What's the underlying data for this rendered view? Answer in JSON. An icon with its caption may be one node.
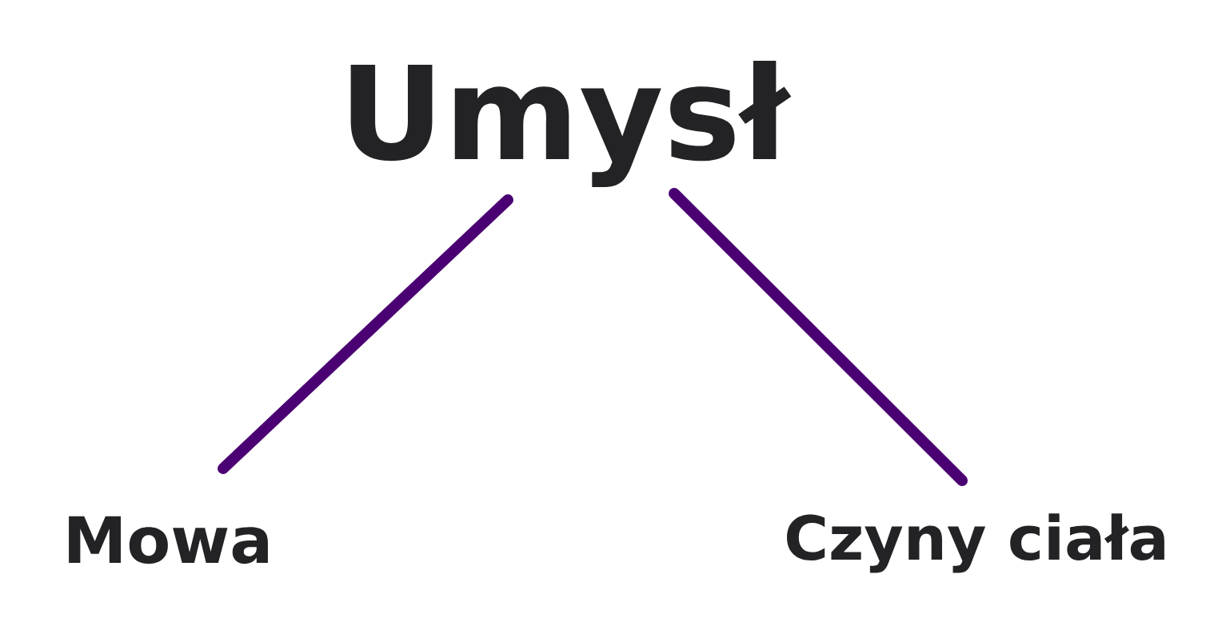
{
  "diagram": {
    "nodes": [
      {
        "text": [
          "Umysł"
        ]
      },
      {
        "text": [
          "Mowa"
        ]
      },
      {
        "text": [
          "Czyny ciała"
        ]
      }
    ],
    "edges": [
      {
        "from": 0,
        "to": 1,
        "arrow": "none"
      },
      {
        "from": 0,
        "to": 2,
        "arrow": "none"
      }
    ]
  }
}
